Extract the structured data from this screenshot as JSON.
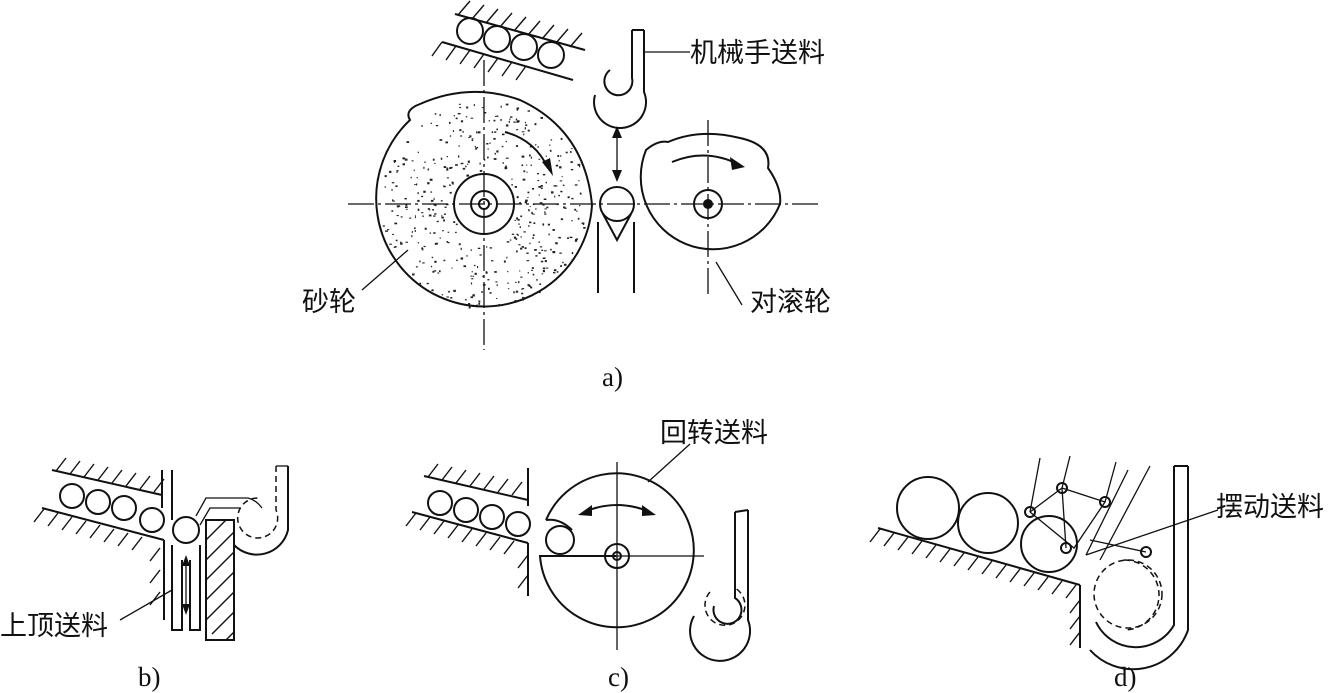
{
  "labels": {
    "a": {
      "manipulator_feed": "机械手送料",
      "grinding_wheel": "砂轮",
      "counter_roller": "对滚轮",
      "caption": "a)"
    },
    "b": {
      "push_up_feed": "上顶送料",
      "caption": "b)"
    },
    "c": {
      "rotary_feed": "回转送料",
      "caption": "c)"
    },
    "d": {
      "swing_feed": "摆动送料",
      "caption": "d)"
    }
  }
}
